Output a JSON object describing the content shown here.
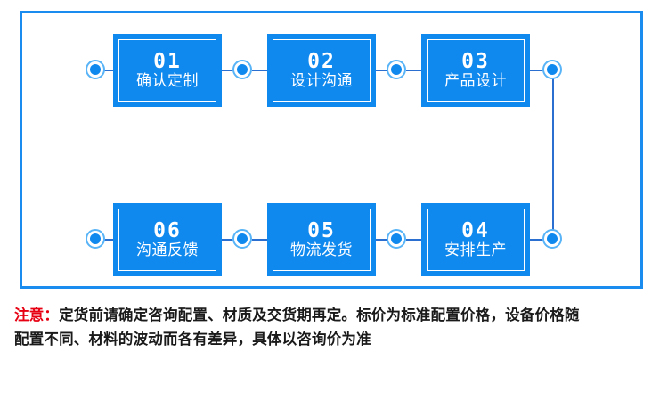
{
  "theme": {
    "box_blue": "#1089ef",
    "frame_blue": "#1a8cf0",
    "node_ring": "#58b4f7",
    "line_blue": "#2b6fd0",
    "alert_red": "#e60012",
    "text_dark": "#1a1a1a"
  },
  "flow": {
    "steps": [
      {
        "id": "01",
        "number": "01",
        "label": "确认定制"
      },
      {
        "id": "02",
        "number": "02",
        "label": "设计沟通"
      },
      {
        "id": "03",
        "number": "03",
        "label": "产品设计"
      },
      {
        "id": "04",
        "number": "04",
        "label": "安排生产"
      },
      {
        "id": "05",
        "number": "05",
        "label": "物流发货"
      },
      {
        "id": "06",
        "number": "06",
        "label": "沟通反馈"
      }
    ]
  },
  "note": {
    "label": "注意：",
    "line1": "定货前请确定咨询配置、材质及交货期再定。标价为标准配置价格，设备价格随",
    "line2": "配置不同、材料的波动而各有差异，具体以咨询价为准"
  }
}
